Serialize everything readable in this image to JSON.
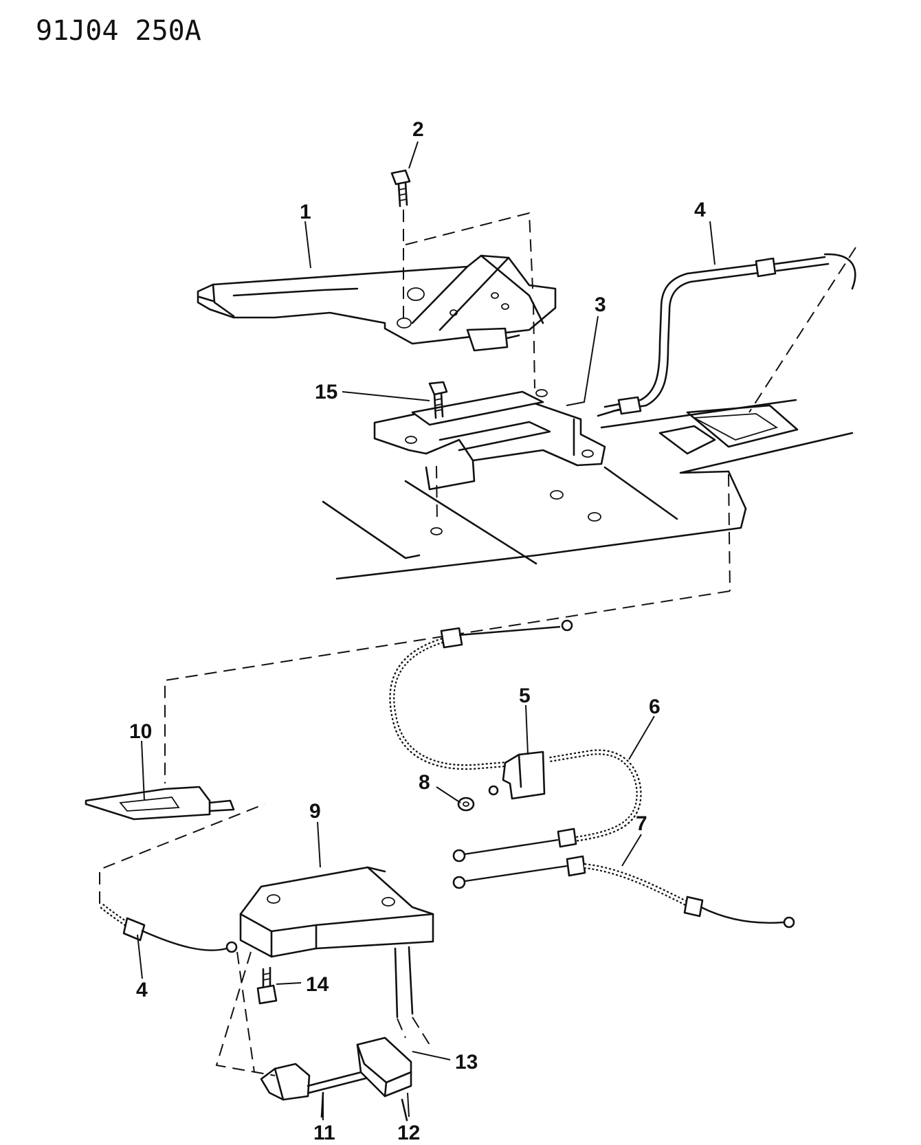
{
  "diagram": {
    "reference_code": "91J04  250A",
    "callouts": [
      {
        "id": "c1",
        "text": "1"
      },
      {
        "id": "c2",
        "text": "2"
      },
      {
        "id": "c3",
        "text": "3"
      },
      {
        "id": "c4top",
        "text": "4"
      },
      {
        "id": "c15",
        "text": "15"
      },
      {
        "id": "c5",
        "text": "5"
      },
      {
        "id": "c6",
        "text": "6"
      },
      {
        "id": "c7",
        "text": "7"
      },
      {
        "id": "c8",
        "text": "8"
      },
      {
        "id": "c9",
        "text": "9"
      },
      {
        "id": "c10",
        "text": "10"
      },
      {
        "id": "c4bot",
        "text": "4"
      },
      {
        "id": "c14",
        "text": "14"
      },
      {
        "id": "c11",
        "text": "11"
      },
      {
        "id": "c12",
        "text": "12"
      },
      {
        "id": "c13",
        "text": "13"
      }
    ]
  }
}
